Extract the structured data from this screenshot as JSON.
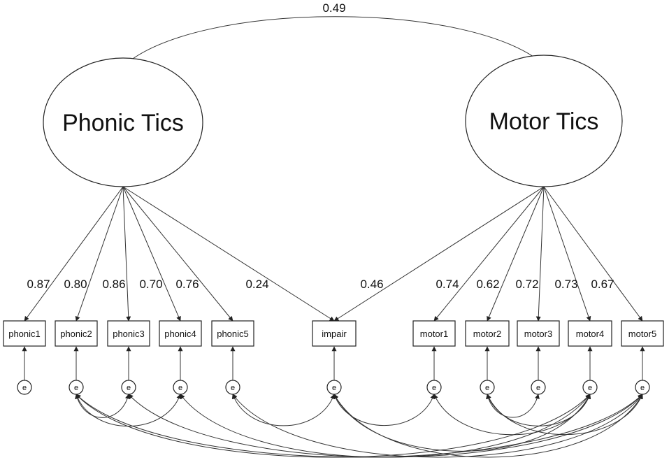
{
  "latents": [
    {
      "id": "phonic",
      "label": "Phonic Tics"
    },
    {
      "id": "motor",
      "label": "Motor Tics"
    }
  ],
  "factor_correlation": "0.49",
  "observed": [
    {
      "id": "phonic1",
      "label": "phonic1"
    },
    {
      "id": "phonic2",
      "label": "phonic2"
    },
    {
      "id": "phonic3",
      "label": "phonic3"
    },
    {
      "id": "phonic4",
      "label": "phonic4"
    },
    {
      "id": "phonic5",
      "label": "phonic5"
    },
    {
      "id": "impair",
      "label": "impair"
    },
    {
      "id": "motor1",
      "label": "motor1"
    },
    {
      "id": "motor2",
      "label": "motor2"
    },
    {
      "id": "motor3",
      "label": "motor3"
    },
    {
      "id": "motor4",
      "label": "motor4"
    },
    {
      "id": "motor5",
      "label": "motor5"
    }
  ],
  "loadings": [
    {
      "from": "phonic",
      "to": "phonic1",
      "value": "0.87"
    },
    {
      "from": "phonic",
      "to": "phonic2",
      "value": "0.80"
    },
    {
      "from": "phonic",
      "to": "phonic3",
      "value": "0.86"
    },
    {
      "from": "phonic",
      "to": "phonic4",
      "value": "0.70"
    },
    {
      "from": "phonic",
      "to": "phonic5",
      "value": "0.76"
    },
    {
      "from": "phonic",
      "to": "impair",
      "value": "0.24"
    },
    {
      "from": "motor",
      "to": "impair",
      "value": "0.46"
    },
    {
      "from": "motor",
      "to": "motor1",
      "value": "0.74"
    },
    {
      "from": "motor",
      "to": "motor2",
      "value": "0.62"
    },
    {
      "from": "motor",
      "to": "motor3",
      "value": "0.72"
    },
    {
      "from": "motor",
      "to": "motor4",
      "value": "0.73"
    },
    {
      "from": "motor",
      "to": "motor5",
      "value": "0.67"
    }
  ],
  "error_label": "e",
  "residual_covariances": [
    {
      "a": "phonic2",
      "b": "phonic3"
    },
    {
      "a": "phonic2",
      "b": "phonic4"
    },
    {
      "a": "phonic2",
      "b": "motor4"
    },
    {
      "a": "phonic2",
      "b": "motor5"
    },
    {
      "a": "phonic3",
      "b": "motor5"
    },
    {
      "a": "phonic4",
      "b": "motor4"
    },
    {
      "a": "phonic5",
      "b": "impair"
    },
    {
      "a": "phonic5",
      "b": "motor5"
    },
    {
      "a": "impair",
      "b": "motor1"
    },
    {
      "a": "impair",
      "b": "motor4"
    },
    {
      "a": "impair",
      "b": "motor5"
    },
    {
      "a": "motor1",
      "b": "motor4"
    },
    {
      "a": "motor2",
      "b": "motor3"
    },
    {
      "a": "motor2",
      "b": "motor4"
    },
    {
      "a": "motor2",
      "b": "motor5"
    }
  ]
}
